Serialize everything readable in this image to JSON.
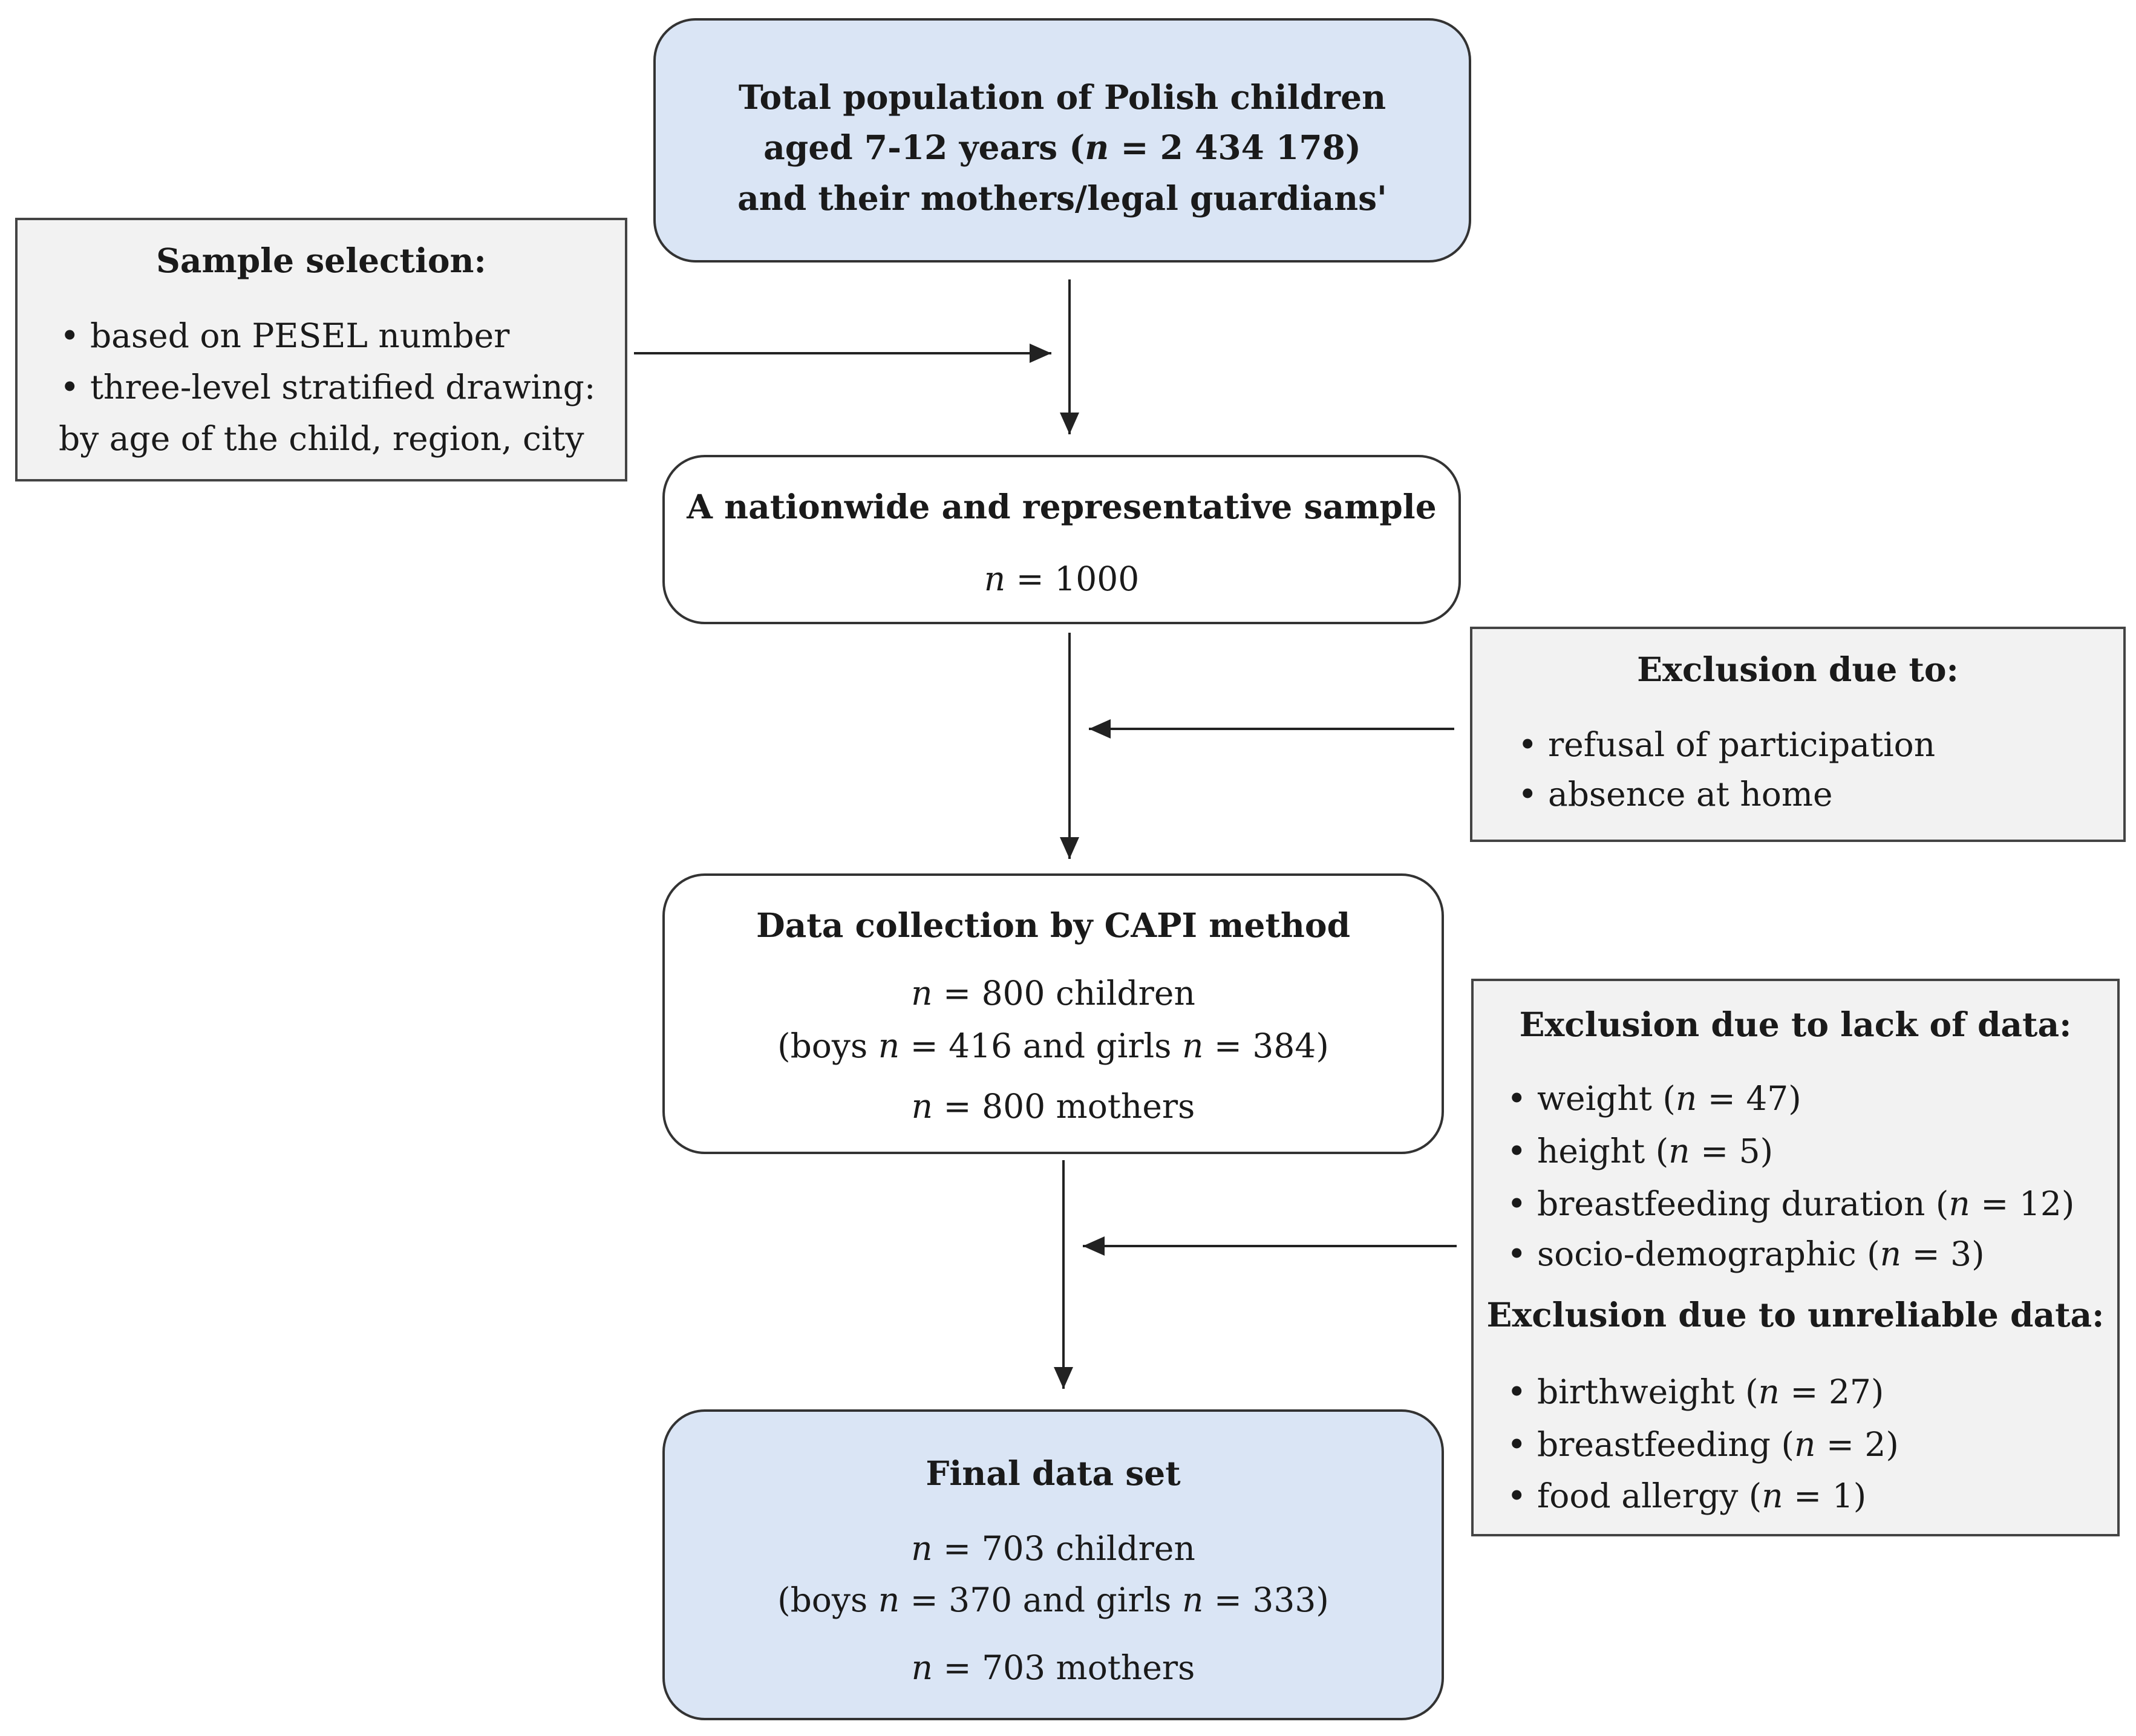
{
  "total": {
    "line1": "Total population of Polish children",
    "line2_pre": "aged 7-12 years (",
    "line2_n": "n",
    "line2_post": " = 2 434 178)",
    "line3": "and their mothers/legal guardians'"
  },
  "selection": {
    "title": "Sample selection:",
    "items": [
      "based on PESEL number",
      "three-level stratified drawing:"
    ],
    "continuation": "by age of the child, region, city"
  },
  "sample": {
    "title": "A nationwide and representative sample",
    "n_label": "n",
    "n_value": " = 1000"
  },
  "exclusion1": {
    "title": "Exclusion due to:",
    "items": [
      "refusal of participation",
      "absence at home"
    ]
  },
  "collection": {
    "title": "Data collection by CAPI method",
    "children_value": " = 800 children",
    "split_pre": "(boys ",
    "split_mid1": " = 416 and girls ",
    "split_mid2": " = 384)",
    "mothers_value": " = 800 mothers",
    "n_label": "n"
  },
  "exclusion2": {
    "title_lack": "Exclusion due to lack of data:",
    "lack_items": [
      {
        "pre": "weight (",
        "post": " = 47)"
      },
      {
        "pre": "height (",
        "post": " = 5)"
      },
      {
        "pre": "breastfeeding duration (",
        "post": " = 12)"
      },
      {
        "pre": "socio-demographic (",
        "post": " = 3)"
      }
    ],
    "title_unreliable": "Exclusion due to unreliable data:",
    "unreliable_items": [
      {
        "pre": "birthweight (",
        "post": " = 27)"
      },
      {
        "pre": "breastfeeding (",
        "post": " = 2)"
      },
      {
        "pre": "food allergy (",
        "post": " = 1)"
      }
    ],
    "n_label": "n"
  },
  "final": {
    "title": "Final data set",
    "children_value": " = 703 children",
    "split_pre": "(boys ",
    "split_mid1": " = 370 and girls ",
    "split_mid2": " = 333)",
    "mothers_value": " = 703 mothers",
    "n_label": "n"
  },
  "bullet": "•",
  "colors": {
    "accent_fill": "#dae5f5",
    "side_fill": "#f2f2f2",
    "border": "#333333"
  }
}
